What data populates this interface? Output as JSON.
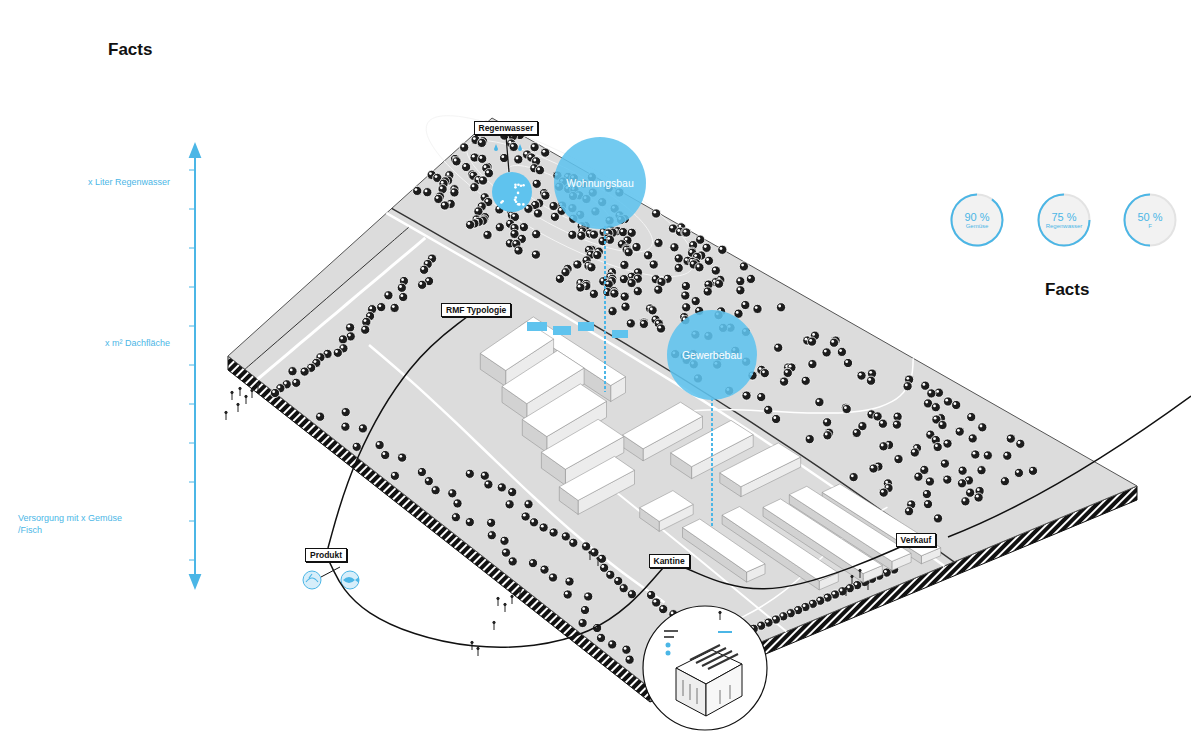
{
  "diagram": {
    "title": "Facts",
    "nodes": [
      {
        "text": [
          "Regenwasser"
        ]
      },
      {
        "text": [
          "Wohnungsbau"
        ]
      },
      {
        "text": [
          "RMF Typologie"
        ]
      },
      {
        "text": [
          "Gewerbebau"
        ]
      },
      {
        "text": [
          "Produkt"
        ]
      },
      {
        "text": [
          "Kantine"
        ]
      },
      {
        "text": [
          "Verkauf"
        ]
      },
      {
        "text": [
          "90 %",
          "Gemüse"
        ]
      },
      {
        "text": [
          "75 %",
          "Regenwasser"
        ]
      },
      {
        "text": [
          "50 %",
          "F"
        ]
      }
    ],
    "edges": [
      {
        "from": 2,
        "to": 4,
        "arrow": "none"
      },
      {
        "from": 4,
        "to": 5,
        "arrow": "none"
      },
      {
        "from": 5,
        "to": 6,
        "arrow": "none"
      }
    ],
    "labels": [
      "x Liter Regenwasser",
      "x m² Dachfläche",
      "Versorgung mit x Gemüse /Fisch",
      "Facts"
    ]
  }
}
